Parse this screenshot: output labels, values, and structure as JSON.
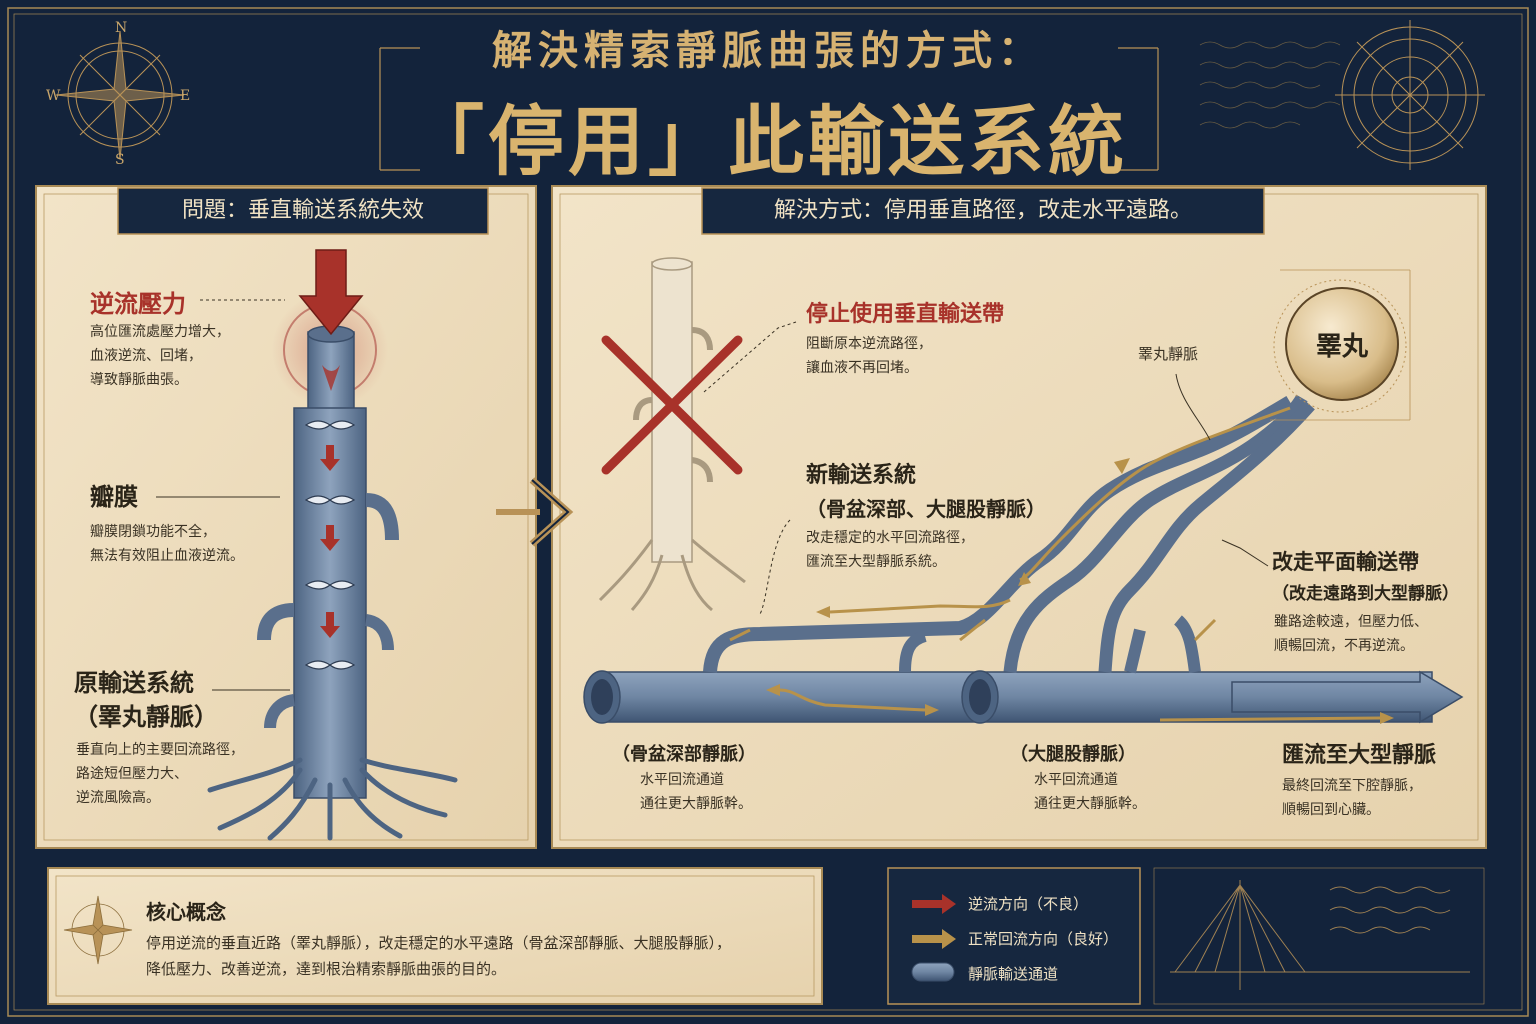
{
  "title": {
    "line1": "解決精索靜脈曲張的方式：",
    "line2": "「停用」此輸送系統"
  },
  "compass": {
    "n": "N",
    "e": "E",
    "s": "S",
    "w": "W"
  },
  "left_panel": {
    "header": "問題：垂直輸送系統失效",
    "reflux": {
      "title": "逆流壓力",
      "lines": [
        "高位匯流處壓力增大，",
        "血液逆流、回堵，",
        "導致靜脈曲張。"
      ]
    },
    "valve": {
      "title": "瓣膜",
      "lines": [
        "瓣膜閉鎖功能不全，",
        "無法有效阻止血液逆流。"
      ]
    },
    "original": {
      "title1": "原輸送系統",
      "title2": "（睪丸靜脈）",
      "lines": [
        "垂直向上的主要回流路徑，",
        "路途短但壓力大、",
        "逆流風險高。"
      ]
    }
  },
  "right_panel": {
    "header": "解決方式：停用垂直路徑，改走水平遠路。",
    "stop": {
      "title": "停止使用垂直輸送帶",
      "lines": [
        "阻斷原本逆流路徑，",
        "讓血液不再回堵。"
      ]
    },
    "testis_label": "睪丸",
    "testis_vein": "睪丸靜脈",
    "new_system": {
      "title1": "新輸送系統",
      "title2": "（骨盆深部、大腿股靜脈）",
      "lines": [
        "改走穩定的水平回流路徑，",
        "匯流至大型靜脈系統。"
      ]
    },
    "flat": {
      "title1": "改走平面輸送帶",
      "title2": "（改走遠路到大型靜脈）",
      "lines": [
        "雖路途較遠，但壓力低、",
        "順暢回流，不再逆流。"
      ]
    },
    "pelvic": {
      "title": "（骨盆深部靜脈）",
      "lines": [
        "水平回流通道",
        "通往更大靜脈幹。"
      ]
    },
    "femoral": {
      "title": "（大腿股靜脈）",
      "lines": [
        "水平回流通道",
        "通往更大靜脈幹。"
      ]
    },
    "merge": {
      "title": "匯流至大型靜脈",
      "lines": [
        "最終回流至下腔靜脈，",
        "順暢回到心臟。"
      ]
    }
  },
  "core": {
    "title": "核心概念",
    "lines": [
      "停用逆流的垂直近路（睪丸靜脈），改走穩定的水平遠路（骨盆深部靜脈、大腿股靜脈），",
      "降低壓力、改善逆流，達到根治精索靜脈曲張的目的。"
    ]
  },
  "legend": {
    "items": [
      {
        "label": "逆流方向（不良）"
      },
      {
        "label": "正常回流方向（良好）"
      },
      {
        "label": "靜脈輸送通道"
      }
    ]
  },
  "colors": {
    "navy": "#13233b",
    "gold": "#c9a66b",
    "red": "#a8322a",
    "parchment": "#efe1c4",
    "vein": "#6f86a3"
  }
}
